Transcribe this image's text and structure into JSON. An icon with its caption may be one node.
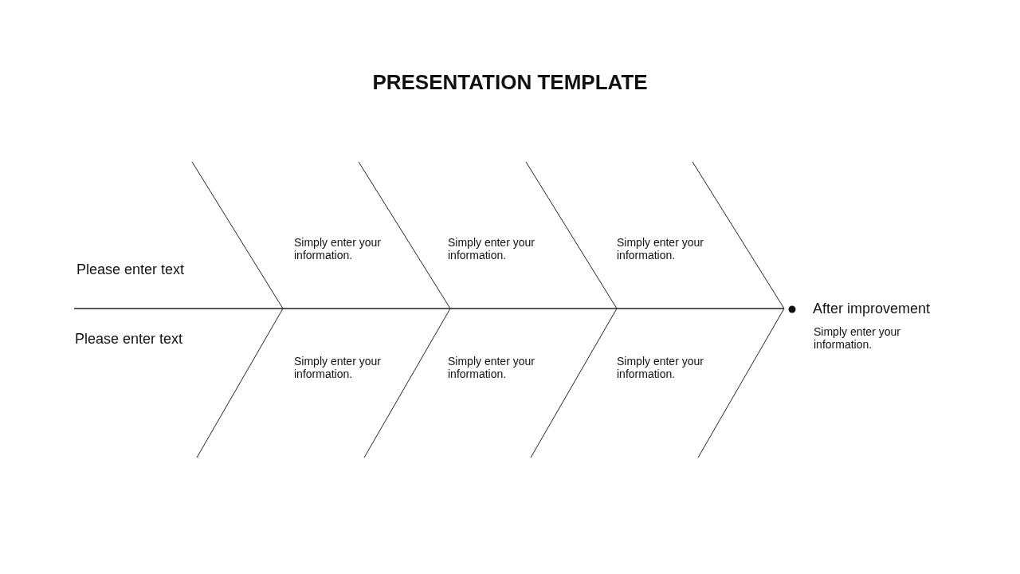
{
  "diagram": {
    "title": "PRESENTATION TEMPLATE",
    "labels": [
      "Simply enter your information.",
      "Simply enter your information.",
      "Simply enter your information.",
      "Please enter text",
      "After improvement",
      "Simply enter your information.",
      "Please enter text",
      "Simply enter your information.",
      "Simply enter your information.",
      "Simply enter your information."
    ]
  }
}
